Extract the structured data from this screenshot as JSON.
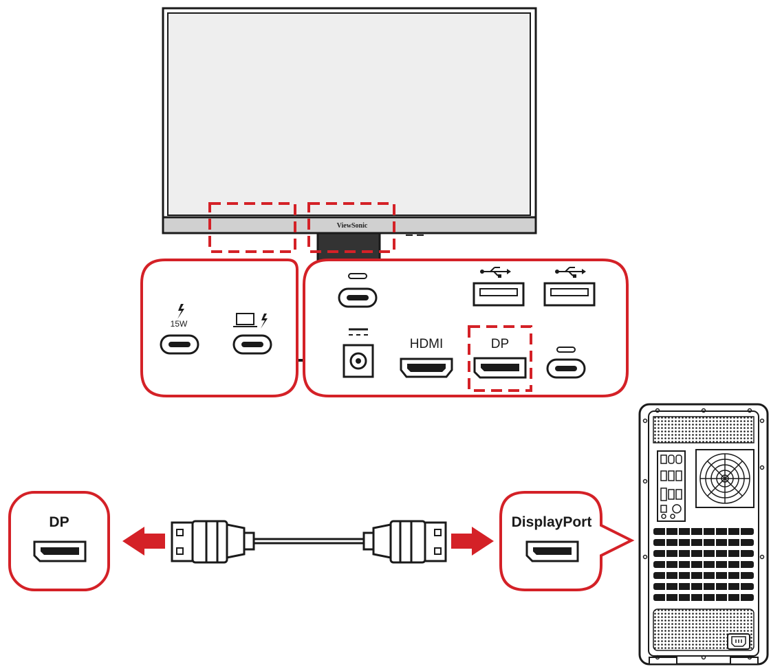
{
  "monitor": {
    "brand": "ViewSonic"
  },
  "left_panel": {
    "power_label": "15W"
  },
  "right_panel": {
    "hdmi_label": "HDMI",
    "dp_label": "DP"
  },
  "monitor_side": {
    "label": "DP"
  },
  "pc_side": {
    "label": "DisplayPort"
  },
  "colors": {
    "highlight_red": "#d42127",
    "outline": "#1a1a1a",
    "screen_fill": "#eeeeee",
    "bezel_fill": "#d0d0d0"
  }
}
